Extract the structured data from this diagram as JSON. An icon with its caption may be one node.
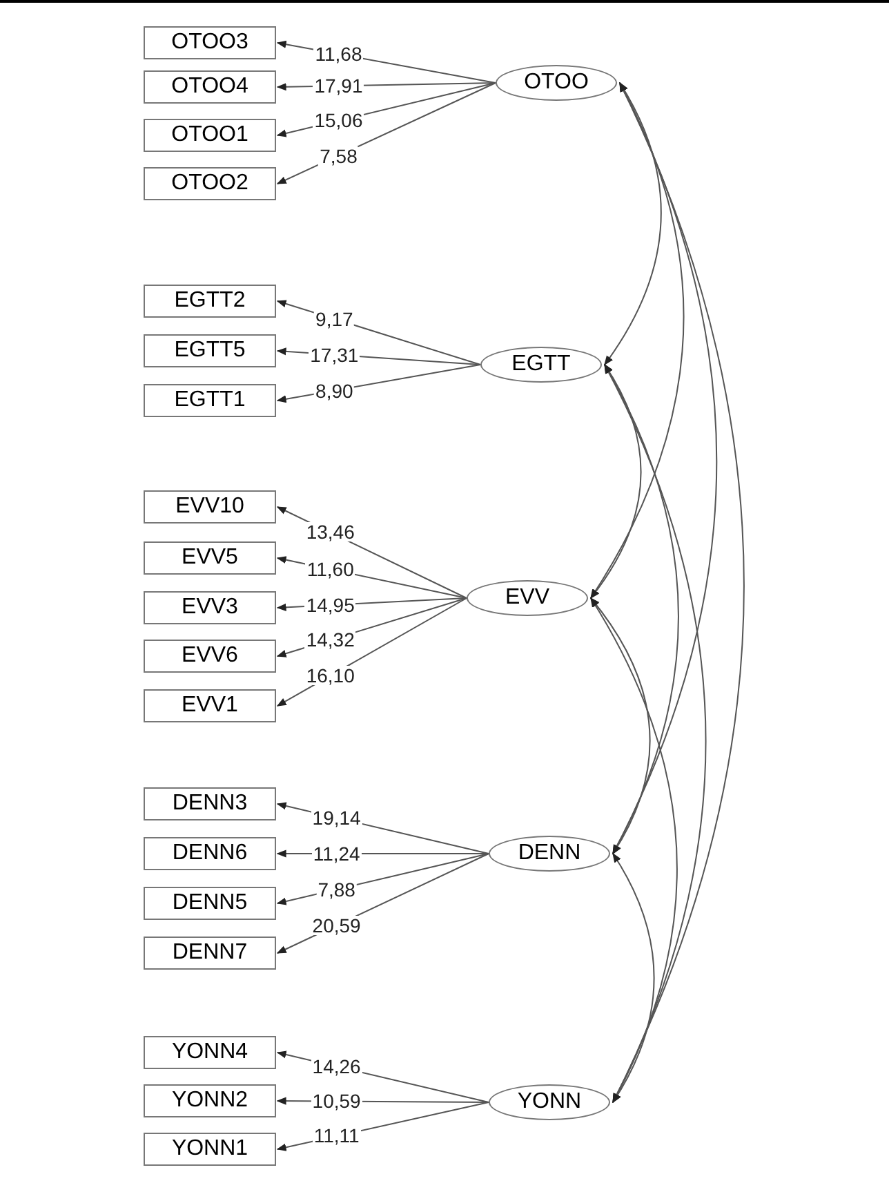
{
  "diagram": {
    "nodes": [
      {
        "text": [
          "OTOO3"
        ]
      },
      {
        "text": [
          "OTOO4"
        ]
      },
      {
        "text": [
          "OTOO1"
        ]
      },
      {
        "text": [
          "OTOO2"
        ]
      },
      {
        "text": [
          "OTOO"
        ]
      },
      {
        "text": [
          "EGTT2"
        ]
      },
      {
        "text": [
          "EGTT5"
        ]
      },
      {
        "text": [
          "EGTT1"
        ]
      },
      {
        "text": [
          "EGTT"
        ]
      },
      {
        "text": [
          "EVV10"
        ]
      },
      {
        "text": [
          "EVV5"
        ]
      },
      {
        "text": [
          "EVV3"
        ]
      },
      {
        "text": [
          "EVV6"
        ]
      },
      {
        "text": [
          "EVV1"
        ]
      },
      {
        "text": [
          "EVV"
        ]
      },
      {
        "text": [
          "DENN3"
        ]
      },
      {
        "text": [
          "DENN6"
        ]
      },
      {
        "text": [
          "DENN5"
        ]
      },
      {
        "text": [
          "DENN7"
        ]
      },
      {
        "text": [
          "DENN"
        ]
      },
      {
        "text": [
          "YONN4"
        ]
      },
      {
        "text": [
          "YONN2"
        ]
      },
      {
        "text": [
          "YONN1"
        ]
      },
      {
        "text": [
          "YONN"
        ]
      }
    ],
    "edges": [
      {
        "from": 4,
        "to": 0,
        "arrow": "to",
        "label": "11,68"
      },
      {
        "from": 4,
        "to": 1,
        "arrow": "to",
        "label": "17,91"
      },
      {
        "from": 4,
        "to": 2,
        "arrow": "to",
        "label": "15,06"
      },
      {
        "from": 4,
        "to": 3,
        "arrow": "to",
        "label": "7,58"
      },
      {
        "from": 8,
        "to": 5,
        "arrow": "to",
        "label": "9,17"
      },
      {
        "from": 8,
        "to": 6,
        "arrow": "to",
        "label": "17,31"
      },
      {
        "from": 8,
        "to": 7,
        "arrow": "to",
        "label": "8,90"
      },
      {
        "from": 14,
        "to": 9,
        "arrow": "to",
        "label": "13,46"
      },
      {
        "from": 14,
        "to": 10,
        "arrow": "to",
        "label": "11,60"
      },
      {
        "from": 14,
        "to": 11,
        "arrow": "to",
        "label": "14,95"
      },
      {
        "from": 14,
        "to": 12,
        "arrow": "to",
        "label": "14,32"
      },
      {
        "from": 14,
        "to": 13,
        "arrow": "to",
        "label": "16,10"
      },
      {
        "from": 19,
        "to": 15,
        "arrow": "to",
        "label": "19,14"
      },
      {
        "from": 19,
        "to": 16,
        "arrow": "to",
        "label": "11,24"
      },
      {
        "from": 19,
        "to": 17,
        "arrow": "to",
        "label": "7,88"
      },
      {
        "from": 19,
        "to": 18,
        "arrow": "to",
        "label": "20,59"
      },
      {
        "from": 23,
        "to": 20,
        "arrow": "to",
        "label": "14,26"
      },
      {
        "from": 23,
        "to": 21,
        "arrow": "to",
        "label": "10,59"
      },
      {
        "from": 23,
        "to": 22,
        "arrow": "to",
        "label": "11,11"
      },
      {
        "from": 4,
        "to": 8,
        "arrow": "both"
      },
      {
        "from": 4,
        "to": 14,
        "arrow": "both"
      },
      {
        "from": 4,
        "to": 19,
        "arrow": "both"
      },
      {
        "from": 4,
        "to": 23,
        "arrow": "both"
      },
      {
        "from": 8,
        "to": 14,
        "arrow": "both"
      },
      {
        "from": 8,
        "to": 19,
        "arrow": "both"
      },
      {
        "from": 8,
        "to": 23,
        "arrow": "both"
      },
      {
        "from": 14,
        "to": 19,
        "arrow": "both"
      },
      {
        "from": 14,
        "to": 23,
        "arrow": "both"
      },
      {
        "from": 19,
        "to": 23,
        "arrow": "both"
      }
    ]
  }
}
